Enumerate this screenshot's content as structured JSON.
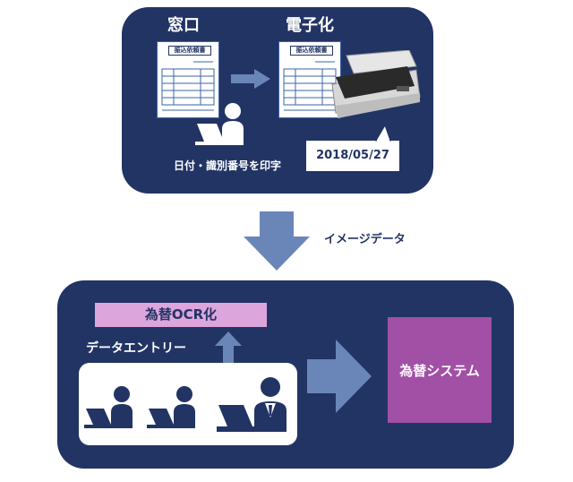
{
  "top_panel": {
    "window_label": "窓口",
    "digitize_label": "電子化",
    "form_title": "振込依頼書",
    "stamp_caption": "日付・識別番号を印字",
    "date_stamp": "2018/05/27"
  },
  "flow": {
    "image_data_label": "イメージデータ"
  },
  "bottom_panel": {
    "ocr_label": "為替OCR化",
    "data_entry_label": "データエントリー",
    "system_label": "為替システム"
  },
  "colors": {
    "panel": "#223464",
    "arrow": "#6a86b8",
    "ocr_label_bg": "#dca5dc",
    "system_bg": "#a24fa6"
  }
}
